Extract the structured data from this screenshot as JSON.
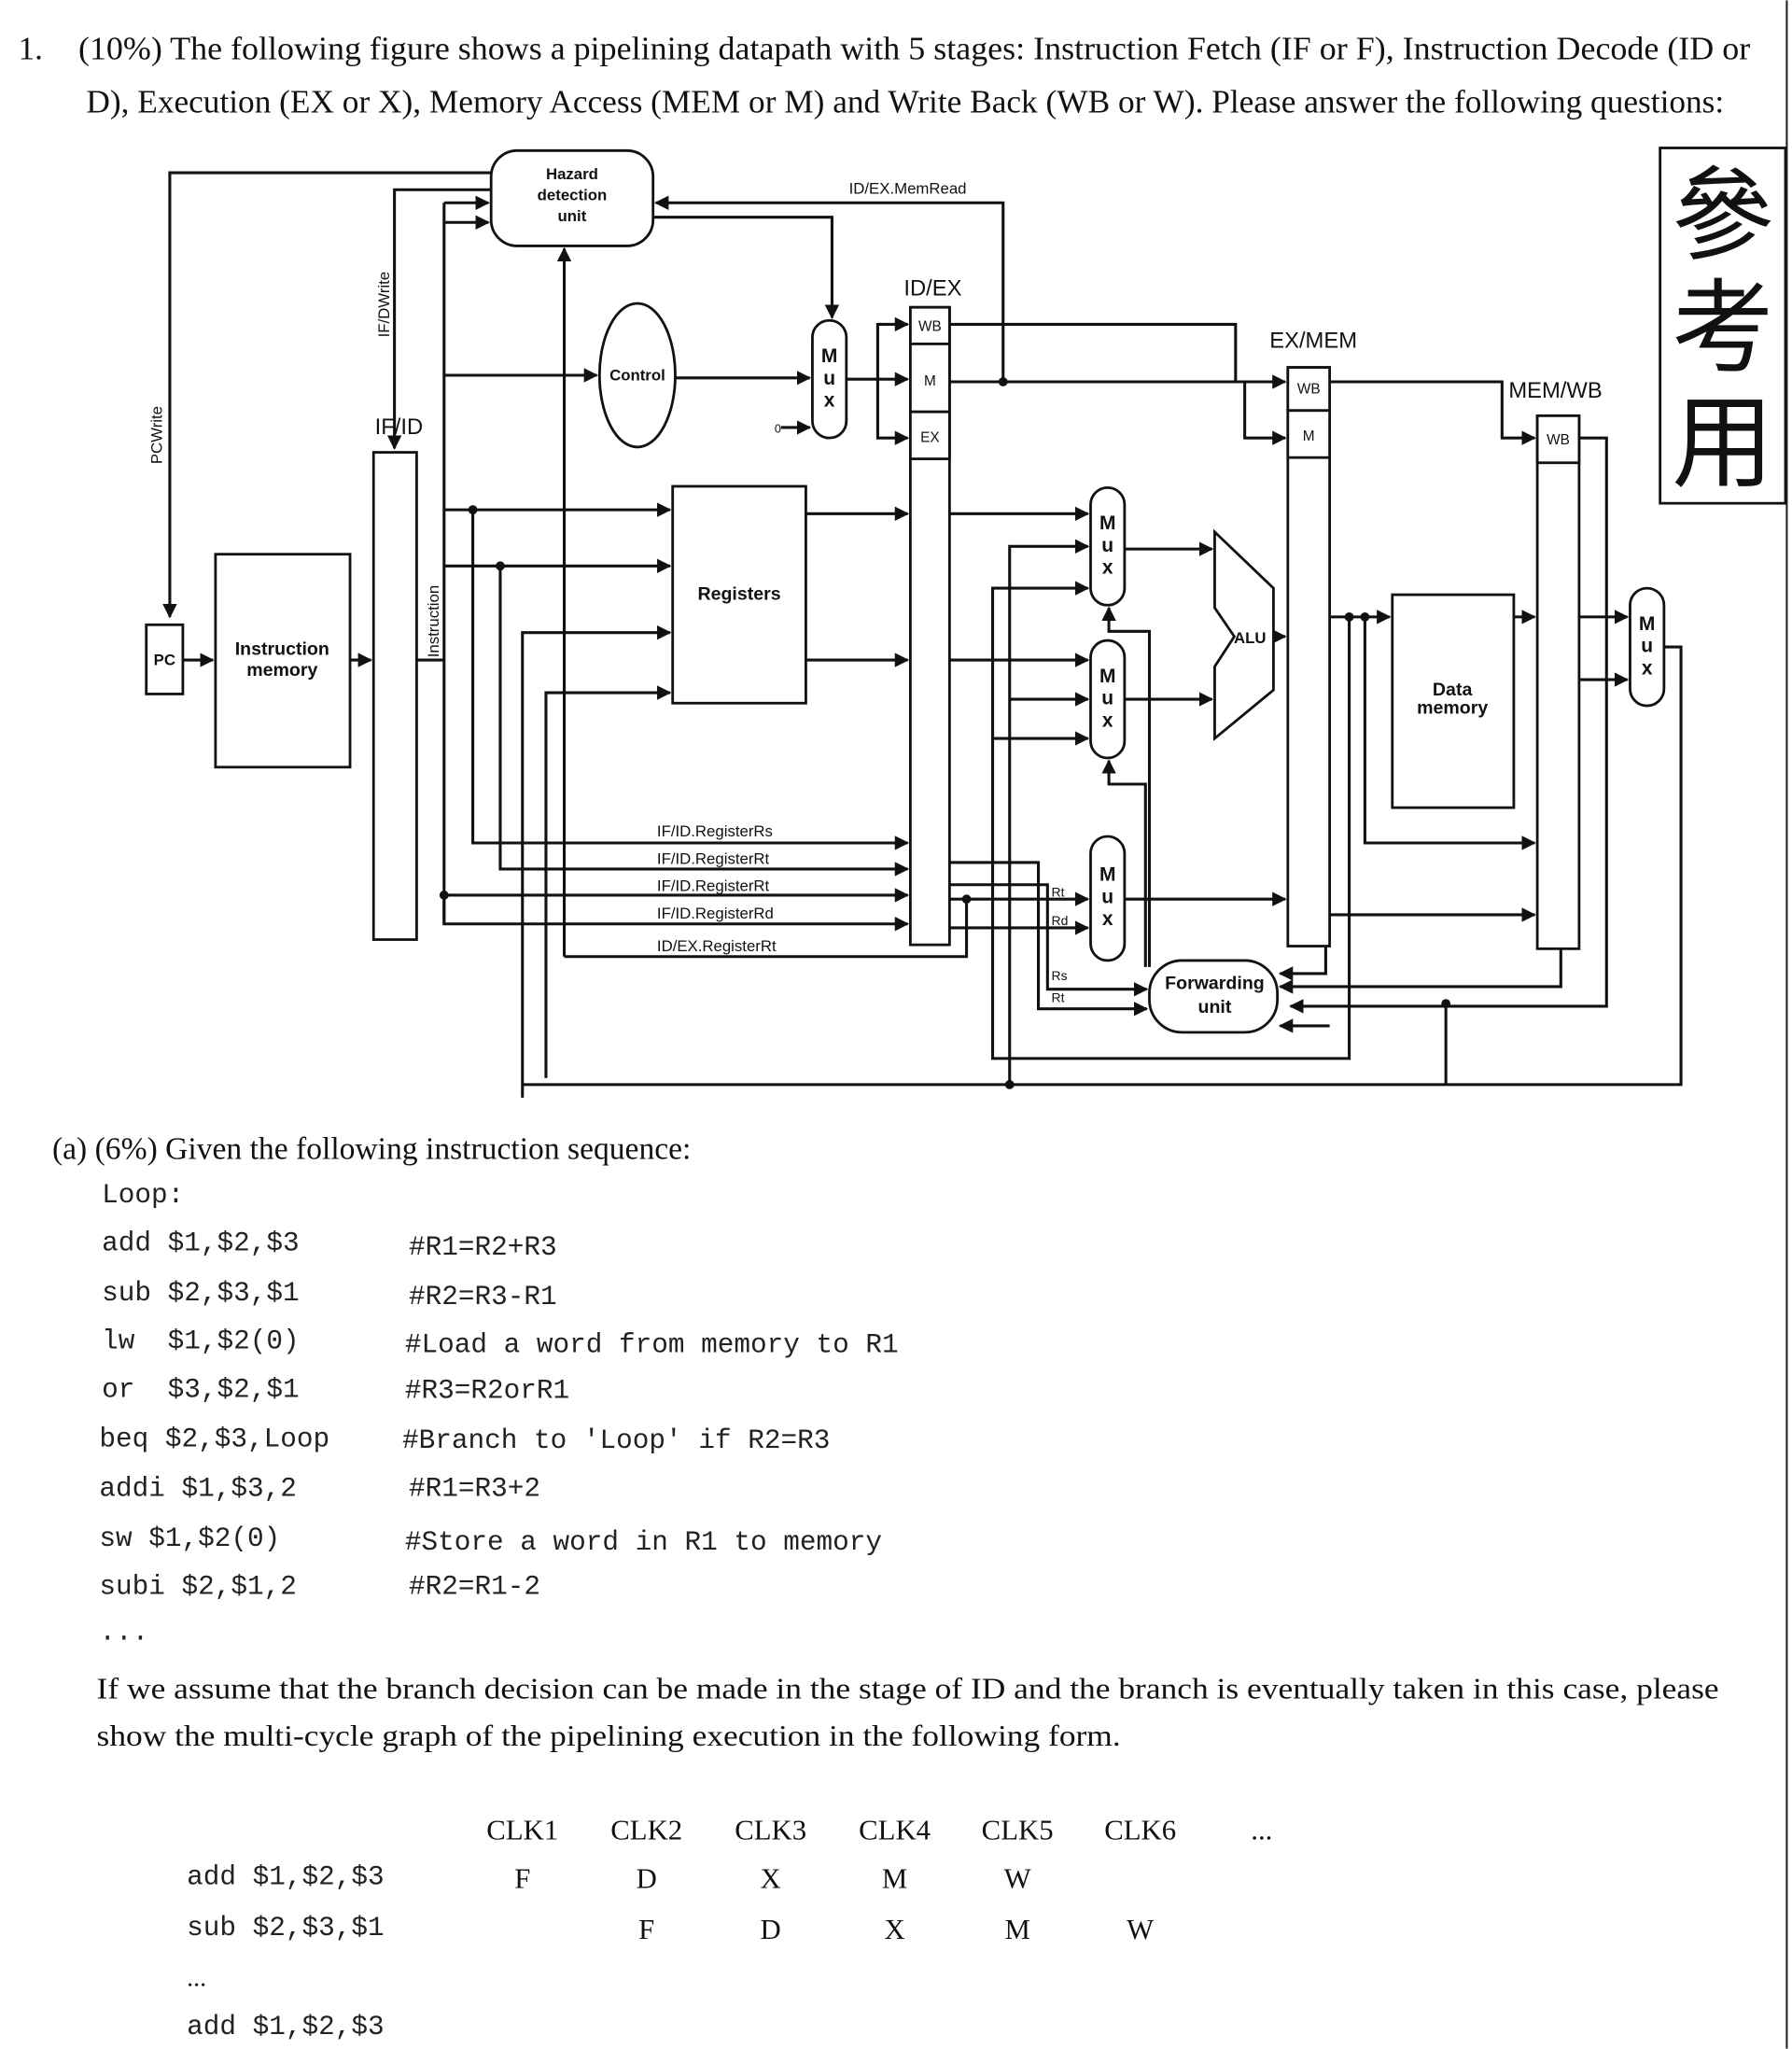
{
  "question": {
    "number": "1.",
    "intro_lines": [
      "(10%) The following figure shows a pipelining datapath with 5 stages: Instruction Fetch (IF or F), Instruction Decode (ID or",
      "D), Execution (EX or X), Memory Access (MEM or M) and Write Back (WB or W). Please answer the following questions:"
    ]
  },
  "figure": {
    "hazard_unit": [
      "Hazard",
      "detection",
      "unit"
    ],
    "memread_label": "ID/EX.MemRead",
    "pcwrite_label": "PCWrite",
    "ifdwrite_label": "IF/DWrite",
    "ifid_label": "IF/ID",
    "instruction_label": "Instruction",
    "pc_label": "PC",
    "imem": [
      "Instruction",
      "memory"
    ],
    "control_label": "Control",
    "mux_letters": [
      "M",
      "u",
      "x"
    ],
    "zero_label": "0",
    "idex_label": "ID/EX",
    "exmem_label": "EX/MEM",
    "memwb_label": "MEM/WB",
    "wb": "WB",
    "m": "M",
    "ex": "EX",
    "registers_label": "Registers",
    "alu_label": "ALU",
    "dmem": [
      "Data",
      "memory"
    ],
    "forwarding": [
      "Forwarding",
      "unit"
    ],
    "reg_labels": [
      "IF/ID.RegisterRs",
      "IF/ID.RegisterRt",
      "IF/ID.RegisterRt",
      "IF/ID.RegisterRd",
      "ID/EX.RegisterRt"
    ],
    "small_labels": {
      "rt1": "Rt",
      "rd": "Rd",
      "rs": "Rs",
      "rt2": "Rt"
    }
  },
  "stamp": {
    "chars": [
      "參",
      "考",
      "用"
    ]
  },
  "part_a": {
    "heading": "(a) (6%) Given the following instruction sequence:",
    "loop_label": "Loop:",
    "code": [
      {
        "instr": "add $1,$2,$3",
        "comment": "#R1=R2+R3"
      },
      {
        "instr": "sub $2,$3,$1",
        "comment": "#R2=R3-R1"
      },
      {
        "instr": "lw  $1,$2(0)",
        "comment": "#Load a word from memory to R1"
      },
      {
        "instr": "or  $3,$2,$1",
        "comment": "#R3=R2orR1"
      },
      {
        "instr": "beq $2,$3,Loop",
        "comment": "#Branch to 'Loop' if R2=R3"
      },
      {
        "instr": "addi $1,$3,2",
        "comment": "#R1=R3+2"
      },
      {
        "instr": "sw $1,$2(0)",
        "comment": "#Store a word in R1 to memory"
      },
      {
        "instr": "subi $2,$1,2",
        "comment": "#R2=R1-2"
      }
    ],
    "code_ellipsis": "...",
    "paragraph": [
      "If we assume that the branch decision can be made in the stage of ID and the branch is eventually taken in this case, please",
      "show the multi-cycle graph of the pipelining execution in the following form."
    ],
    "table": {
      "headers": [
        "CLK1",
        "CLK2",
        "CLK3",
        "CLK4",
        "CLK5",
        "CLK6"
      ],
      "more": "...",
      "rows": [
        {
          "instr": "add $1,$2,$3",
          "cells": [
            "F",
            "D",
            "X",
            "M",
            "W",
            ""
          ]
        },
        {
          "instr": "sub $2,$3,$1",
          "cells": [
            "",
            "F",
            "D",
            "X",
            "M",
            "W"
          ]
        }
      ],
      "ellipsis_row": "...",
      "last_row": "add $1,$2,$3"
    }
  }
}
